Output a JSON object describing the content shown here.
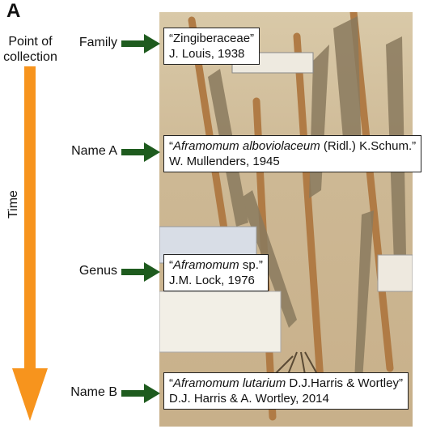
{
  "panel_label": "A",
  "timeline": {
    "start_label": "Point of collection",
    "start_line1": "Point of",
    "start_line2": "collection",
    "axis_label": "Time",
    "arrow_color": "#f7941d"
  },
  "pointer_color": "#1e5b1e",
  "annotations": [
    {
      "label": "Family",
      "name_plain": "“Zingiberaceae”",
      "author": "J. Louis, 1938"
    },
    {
      "label": "Name A",
      "name_italic": "Aframomum alboviolaceum",
      "name_rest": " (Ridl.) K.Schum.”",
      "author": "W. Mullenders, 1945"
    },
    {
      "label": "Genus",
      "name_italic": "Aframomum",
      "name_rest": " sp.”",
      "author": "J.M. Lock, 1976"
    },
    {
      "label": "Name B",
      "name_italic": "Aframomum lutarium",
      "name_rest": " D.J.Harris & Wortley”",
      "author": "D.J. Harris & A. Wortley, 2014"
    }
  ],
  "open_quote": "“"
}
